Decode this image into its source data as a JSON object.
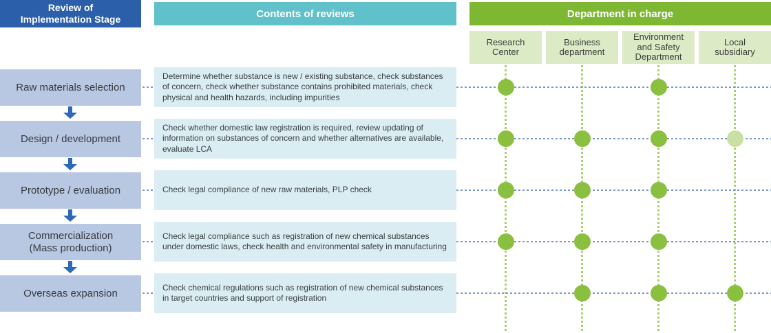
{
  "header": {
    "stage_title_line1": "Review of",
    "stage_title_line2": "Implementation Stage",
    "contents_title": "Contents of reviews",
    "department_title": "Department in charge"
  },
  "departments": [
    {
      "label": "Research\nCenter"
    },
    {
      "label": "Business\ndepartment"
    },
    {
      "label": "Environment\nand Safety\nDepartment"
    },
    {
      "label": "Local\nsubsidiary"
    }
  ],
  "rows": [
    {
      "stage": "Raw materials selection",
      "content": "Determine whether substance is new / existing substance, check substances of concern, check whether substance contains prohibited materials, check physical and health hazards, including impurities",
      "dots": [
        "full",
        "none",
        "full",
        "none"
      ]
    },
    {
      "stage": "Design / development",
      "content": "Check whether domestic law registration is required, review updating of information on substances of concern and whether alternatives are available, evaluate LCA",
      "dots": [
        "full",
        "full",
        "full",
        "light"
      ]
    },
    {
      "stage": "Prototype / evaluation",
      "content": "Check legal compliance of new raw materials, PLP check",
      "dots": [
        "full",
        "full",
        "full",
        "none"
      ]
    },
    {
      "stage": "Commercialization\n(Mass production)",
      "content": "Check legal compliance such as registration of new chemical substances under domestic laws, check health and environmental safety in manufacturing",
      "dots": [
        "full",
        "full",
        "full",
        "none"
      ]
    },
    {
      "stage": "Overseas expansion",
      "content": "Check chemical regulations such as registration of new chemical substances in target countries and support of registration",
      "dots": [
        "none",
        "full",
        "full",
        "full"
      ]
    }
  ],
  "colors": {
    "stage_header_bg": "#2b5fa9",
    "contents_header_bg": "#61c1ca",
    "department_header_bg": "#7eb833",
    "department_col_bg": "#dcebc5",
    "stage_box_bg": "#b8c7e2",
    "content_box_bg": "#daedf2",
    "dot_full": "#8abf3f",
    "dot_light": "#c9e0a2",
    "row_line": "#7b97cb",
    "col_line": "#a9cf6e",
    "arrow": "#2e68b8"
  }
}
